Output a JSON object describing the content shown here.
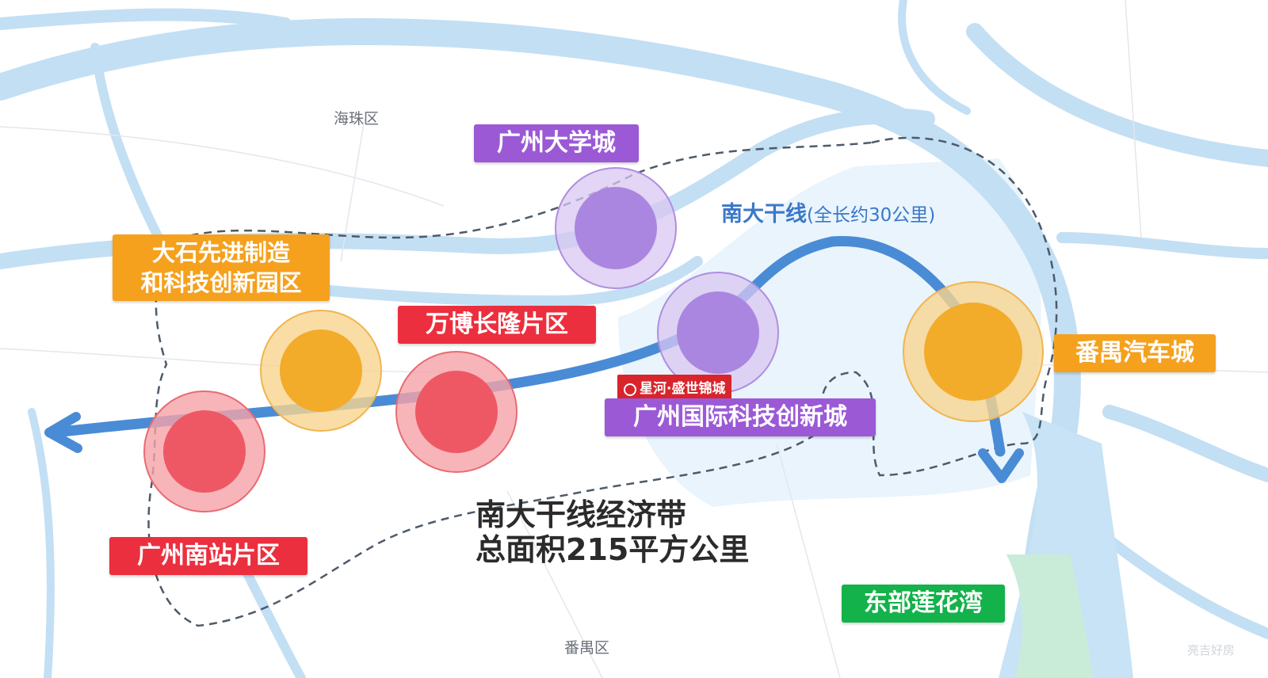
{
  "districts": {
    "haizhu": "海珠区",
    "panyu": "番禺区"
  },
  "line": {
    "name": "南大干线",
    "length_note": "(全长约30公里)"
  },
  "headline": {
    "line1": "南大干线经济带",
    "line2": "总面积215平方公里"
  },
  "zones": {
    "university_city": "广州大学城",
    "dashi_line1": "大石先进制造",
    "dashi_line2": "和科技创新园区",
    "wanbo": "万博长隆片区",
    "south_station": "广州南站片区",
    "intl_tech_city": "广州国际科技创新城",
    "panyu_auto": "番禺汽车城",
    "lianhua_bay": "东部莲花湾"
  },
  "brand": {
    "name": "星河·盛世锦城"
  },
  "watermark": {
    "text": "亮吉好房"
  },
  "colors": {
    "purple": "#9b59d6",
    "orange": "#f5a11e",
    "red": "#ec2f3e",
    "green": "#13b24a",
    "river": "#bfdcf3",
    "route": "#4a8bd6"
  }
}
